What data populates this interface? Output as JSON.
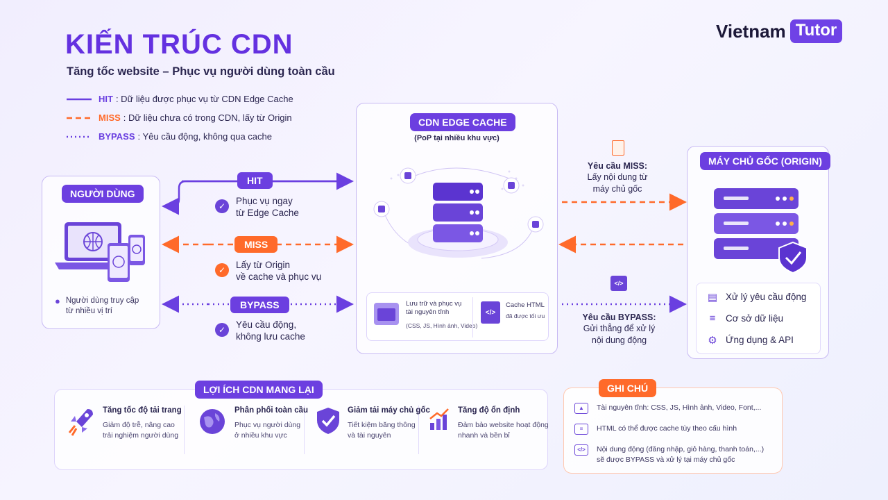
{
  "title": "KIẾN TRÚC CDN",
  "subtitle": "Tăng tốc website – Phục vụ người dùng toàn cầu",
  "brand": {
    "name": "Vietnam",
    "badge": "Tutor"
  },
  "legend": [
    {
      "key": "HIT",
      "text": ": Dữ liệu được phục vụ từ CDN Edge Cache",
      "color": "#6a3fe0",
      "style": "solid"
    },
    {
      "key": "MISS",
      "text": ": Dữ liệu chưa có trong CDN, lấy từ Origin",
      "color": "#ff6a2a",
      "style": "dashed"
    },
    {
      "key": "BYPASS",
      "text": ": Yêu cầu động, không qua cache",
      "color": "#6a3fe0",
      "style": "dotted"
    }
  ],
  "user": {
    "title": "NGƯỜI DÙNG",
    "location": "Người dùng truy cập\ntừ nhiều vị trí"
  },
  "flows": {
    "hit": {
      "label": "HIT",
      "text": "Phục vụ ngay\ntừ Edge Cache"
    },
    "miss": {
      "label": "MISS",
      "text": "Lấy từ Origin\nvề cache và phục vụ"
    },
    "bypass": {
      "label": "BYPASS",
      "text": "Yêu cầu động,\nkhông lưu cache"
    }
  },
  "edge": {
    "title": "CDN EDGE CACHE",
    "subtitle": "(PoP tại nhiều khu vực)",
    "static_title": "Lưu trữ và phục vụ\ntài nguyên tĩnh",
    "static_sub": "(CSS, JS, Hình ảnh, Video)",
    "html_title": "Cache HTML",
    "html_sub": "đã được tối ưu"
  },
  "origin_flows": {
    "miss_key": "Yêu cầu MISS:",
    "miss_text": "Lấy nội dung từ\nmáy chủ gốc",
    "bypass_key": "Yêu cầu BYPASS:",
    "bypass_text": "Gửi thẳng để xử lý\nnội dung động"
  },
  "origin": {
    "title": "MÁY CHỦ GỐC (ORIGIN)",
    "items": [
      {
        "icon": "document-icon",
        "label": "Xử lý yêu cầu động"
      },
      {
        "icon": "database-icon",
        "label": "Cơ sở dữ liệu"
      },
      {
        "icon": "gear-icon",
        "label": "Ứng dụng & API"
      }
    ]
  },
  "benefits": {
    "title": "LỢI ÍCH CDN MANG LẠI",
    "items": [
      {
        "icon": "rocket-icon",
        "title": "Tăng tốc độ tải trang",
        "desc": "Giảm độ trễ, nâng cao\ntrải nghiệm người dùng"
      },
      {
        "icon": "globe-icon",
        "title": "Phân phối toàn cầu",
        "desc": "Phục vụ người dùng\nở nhiều khu vực"
      },
      {
        "icon": "shield-icon",
        "title": "Giảm tải máy chủ gốc",
        "desc": "Tiết kiệm băng thông\nvà tài nguyên"
      },
      {
        "icon": "chart-icon",
        "title": "Tăng độ ổn định",
        "desc": "Đảm bảo website hoạt động\nnhanh và bền bỉ"
      }
    ]
  },
  "notes": {
    "title": "GHI CHÚ",
    "items": [
      {
        "icon": "image-icon",
        "text": "Tài nguyên tĩnh: CSS, JS, Hình ảnh, Video, Font,..."
      },
      {
        "icon": "html-icon",
        "text": "HTML có thể được cache tùy theo cấu hình"
      },
      {
        "icon": "code-icon",
        "text": "Nội dung động (đăng nhập, giỏ hàng, thanh toán,...)\nsẽ được BYPASS và xử lý tại máy chủ gốc"
      }
    ]
  }
}
